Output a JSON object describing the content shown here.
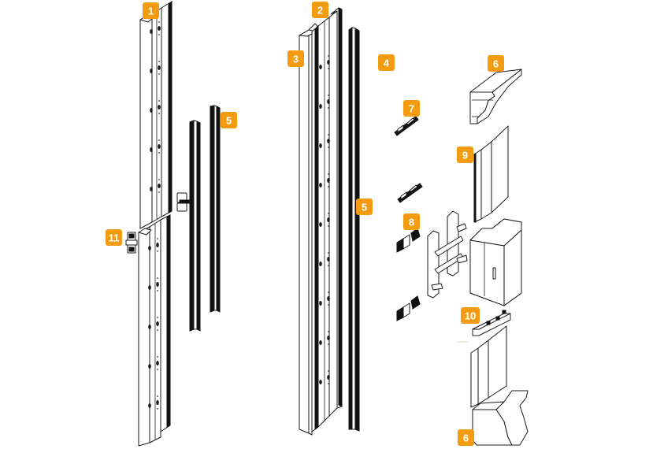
{
  "diagram": {
    "title": "Exploded parts diagram",
    "badge_color": "#f39c12",
    "badge_text_color": "#ffffff",
    "line_color": "#1a1a1a"
  },
  "callouts": [
    {
      "id": "c1",
      "label": "1",
      "part": "upper-vertical-profile"
    },
    {
      "id": "c2",
      "label": "2",
      "part": "vertical-channel-profile"
    },
    {
      "id": "c3",
      "label": "3",
      "part": "cover-profile"
    },
    {
      "id": "c4",
      "label": "4",
      "part": "curved-clip"
    },
    {
      "id": "c5a",
      "label": "5",
      "part": "slim-rail-left"
    },
    {
      "id": "c5b",
      "label": "5",
      "part": "slim-rail-right"
    },
    {
      "id": "c6a",
      "label": "6",
      "part": "top-end-cap"
    },
    {
      "id": "c6b",
      "label": "6",
      "part": "bottom-end-cap"
    },
    {
      "id": "c7",
      "label": "7",
      "part": "terminal-clip"
    },
    {
      "id": "c8",
      "label": "8",
      "part": "mounting-bracket"
    },
    {
      "id": "c9",
      "label": "9",
      "part": "front-panel"
    },
    {
      "id": "c10",
      "label": "10",
      "part": "base-tray"
    },
    {
      "id": "c11",
      "label": "11",
      "part": "joint-connector"
    }
  ]
}
